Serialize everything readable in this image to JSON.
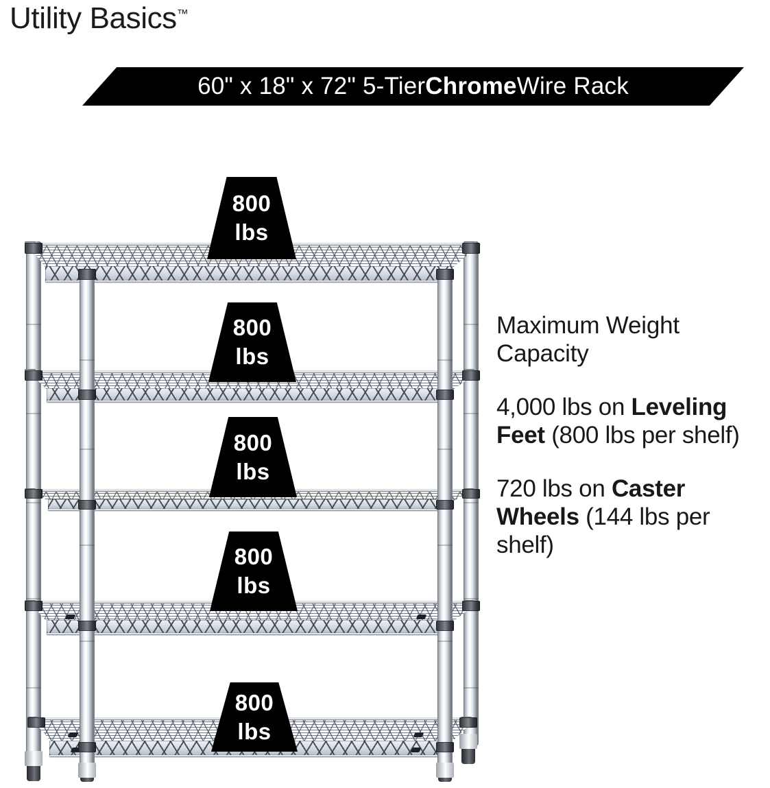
{
  "brand": {
    "name": "Utility Basics",
    "trademark": "™"
  },
  "banner": {
    "prefix": "60\" x 18\" x 72\" 5-Tier ",
    "highlight": "Chrome",
    "suffix": " Wire Rack",
    "background_color": "#000000",
    "text_color": "#ffffff"
  },
  "callout": {
    "heading": "Maximum Weight Capacity",
    "lines": [
      {
        "part1": "4,000 lbs on ",
        "bold1": "Leveling Feet",
        "part2": " (800 lbs per shelf)"
      },
      {
        "part1": "720 lbs on ",
        "bold1": "Caster Wheels",
        "part2": " (144 lbs per shelf)"
      }
    ]
  },
  "product": {
    "type": "5-tier chrome wire shelving rack",
    "tier_count": 5,
    "shelf_badges": [
      {
        "value": "800",
        "unit": "lbs"
      },
      {
        "value": "800",
        "unit": "lbs"
      },
      {
        "value": "800",
        "unit": "lbs"
      },
      {
        "value": "800",
        "unit": "lbs"
      },
      {
        "value": "800",
        "unit": "lbs"
      }
    ]
  },
  "colors": {
    "page_background": "#ffffff",
    "ink": "#18181a",
    "badge_fill": "#000000",
    "badge_text": "#ffffff",
    "chrome_light": "#f2f5f8",
    "chrome_dark": "#6b7179"
  }
}
